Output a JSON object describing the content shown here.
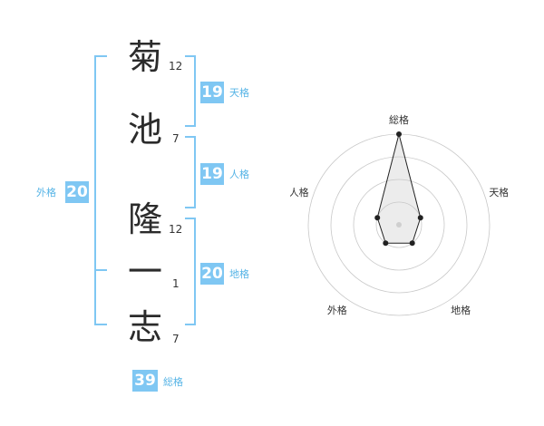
{
  "name": {
    "chars": [
      {
        "char": "菊",
        "strokes": "12"
      },
      {
        "char": "池",
        "strokes": "7"
      },
      {
        "char": "隆",
        "strokes": "12"
      },
      {
        "char": "一",
        "strokes": "1"
      },
      {
        "char": "志",
        "strokes": "7"
      }
    ]
  },
  "fortune": {
    "tenkaku": {
      "value": "19",
      "label": "天格"
    },
    "jinkaku": {
      "value": "19",
      "label": "人格"
    },
    "chikaku": {
      "value": "20",
      "label": "地格"
    },
    "gaikaku": {
      "value": "20",
      "label": "外格"
    },
    "soukaku": {
      "value": "39",
      "label": "総格"
    }
  },
  "colors": {
    "accent": "#7fc7f3",
    "label": "#56b4e6"
  },
  "chart_data": {
    "type": "radar",
    "axes": [
      "総格",
      "天格",
      "地格",
      "外格",
      "人格"
    ],
    "rings": 4,
    "values": [
      4,
      1,
      1,
      1,
      1
    ],
    "max": 4
  }
}
